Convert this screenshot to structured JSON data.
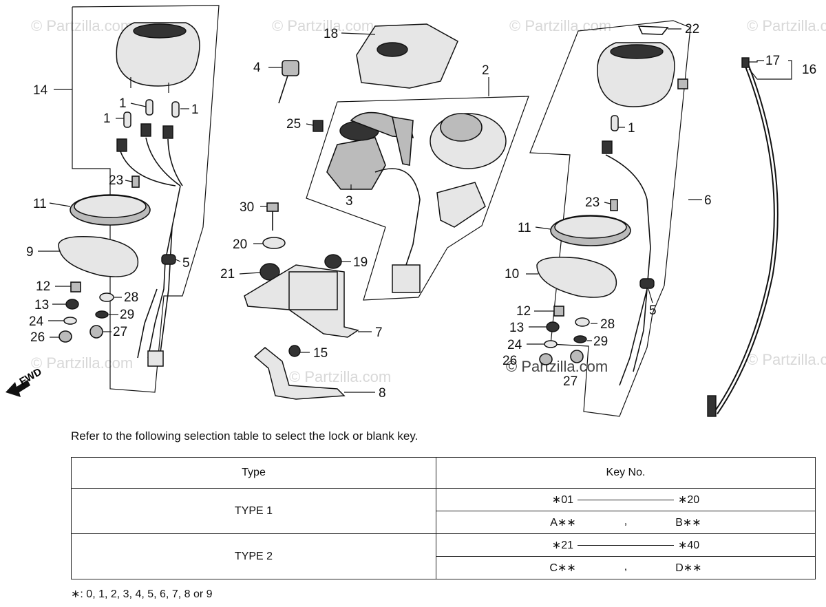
{
  "watermark": "© Partzilla.com",
  "fwd_label": "FWD",
  "callouts": [
    "14",
    "1",
    "1",
    "1",
    "23",
    "11",
    "9",
    "5",
    "12",
    "13",
    "24",
    "26",
    "28",
    "29",
    "27",
    "4",
    "18",
    "2",
    "25",
    "3",
    "30",
    "20",
    "21",
    "19",
    "7",
    "15",
    "8",
    "22",
    "6",
    "1",
    "23",
    "11",
    "10",
    "5",
    "12",
    "13",
    "24",
    "26",
    "28",
    "29",
    "27",
    "17",
    "16"
  ],
  "instruction": "Refer to the following selection table to select the lock or blank key.",
  "table": {
    "header_type": "Type",
    "header_key": "Key No.",
    "rows": [
      {
        "type": "TYPE 1",
        "range_start": "∗01",
        "range_end": "∗20",
        "alt_a": "A∗∗",
        "sep": ",",
        "alt_b": "B∗∗"
      },
      {
        "type": "TYPE 2",
        "range_start": "∗21",
        "range_end": "∗40",
        "alt_a": "C∗∗",
        "sep": ",",
        "alt_b": "D∗∗"
      }
    ]
  },
  "footnote": "∗: 0, 1, 2, 3, 4, 5, 6, 7, 8 or 9"
}
